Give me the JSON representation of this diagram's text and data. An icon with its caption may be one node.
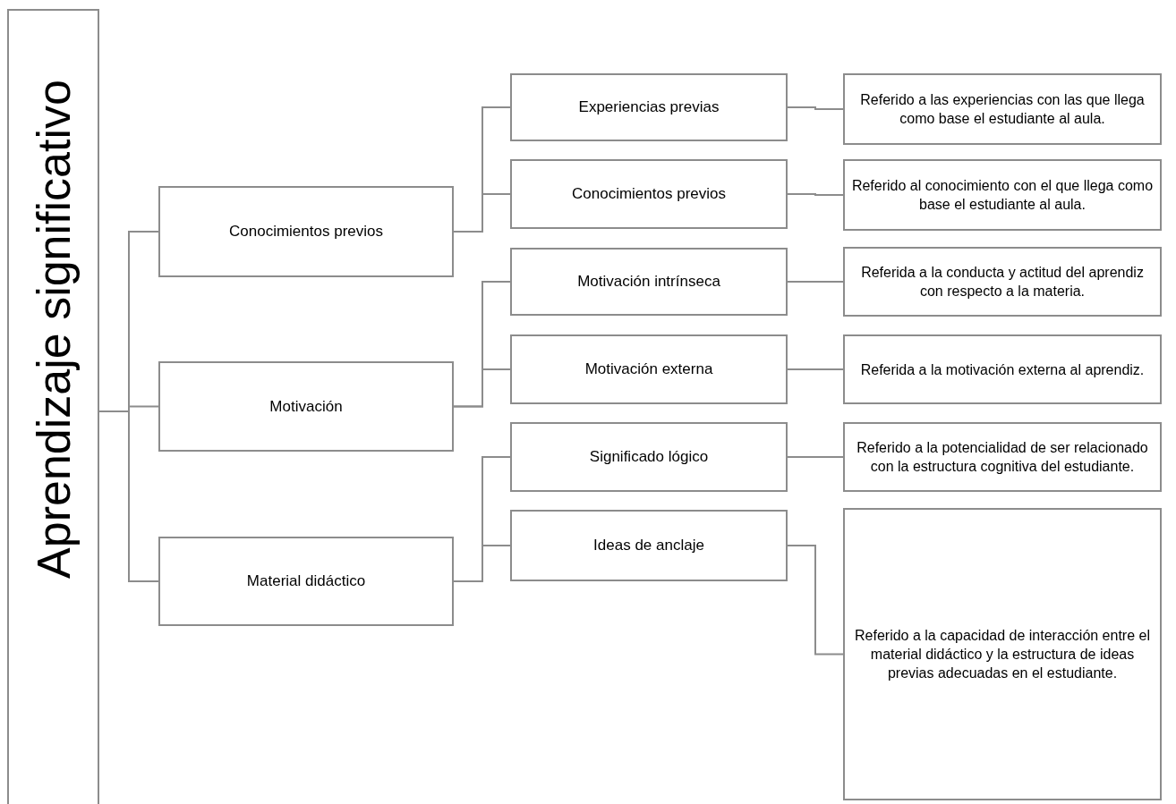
{
  "diagram": {
    "nodes": [
      {
        "text": [
          "Aprendizaje significativo"
        ]
      },
      {
        "text": [
          "Conocimientos previos"
        ]
      },
      {
        "text": [
          "Experiencias previas"
        ]
      },
      {
        "text": [
          "Referido a las experiencias con las que llega como base el estudiante al aula."
        ]
      },
      {
        "text": [
          "Conocimientos previos"
        ]
      },
      {
        "text": [
          "Referido al conocimiento con el que llega como base el estudiante al aula."
        ]
      },
      {
        "text": [
          "Motivación"
        ]
      },
      {
        "text": [
          "Motivación intrínseca"
        ]
      },
      {
        "text": [
          "Referida a la conducta y actitud del aprendiz con respecto a la materia."
        ]
      },
      {
        "text": [
          "Motivación externa"
        ]
      },
      {
        "text": [
          "Referida a la motivación externa al aprendiz."
        ]
      },
      {
        "text": [
          "Material didáctico"
        ]
      },
      {
        "text": [
          "Significado lógico"
        ]
      },
      {
        "text": [
          "Referido a la potencialidad de ser relacionado con la estructura cognitiva del estudiante."
        ]
      },
      {
        "text": [
          "Ideas de anclaje"
        ]
      },
      {
        "text": [
          "Referido a la capacidad de interacción entre el material didáctico y la estructura de ideas previas adecuadas en el estudiante."
        ]
      }
    ],
    "edges": [
      {
        "from": 0,
        "to": 1,
        "arrow": "none"
      },
      {
        "from": 0,
        "to": 6,
        "arrow": "none"
      },
      {
        "from": 0,
        "to": 11,
        "arrow": "none"
      },
      {
        "from": 1,
        "to": 2,
        "arrow": "none"
      },
      {
        "from": 1,
        "to": 4,
        "arrow": "none"
      },
      {
        "from": 2,
        "to": 3,
        "arrow": "none"
      },
      {
        "from": 4,
        "to": 5,
        "arrow": "none"
      },
      {
        "from": 6,
        "to": 7,
        "arrow": "none"
      },
      {
        "from": 6,
        "to": 9,
        "arrow": "none"
      },
      {
        "from": 7,
        "to": 8,
        "arrow": "none"
      },
      {
        "from": 9,
        "to": 10,
        "arrow": "none"
      },
      {
        "from": 11,
        "to": 12,
        "arrow": "none"
      },
      {
        "from": 11,
        "to": 14,
        "arrow": "none"
      },
      {
        "from": 12,
        "to": 13,
        "arrow": "none"
      },
      {
        "from": 14,
        "to": 15,
        "arrow": "none"
      }
    ]
  }
}
